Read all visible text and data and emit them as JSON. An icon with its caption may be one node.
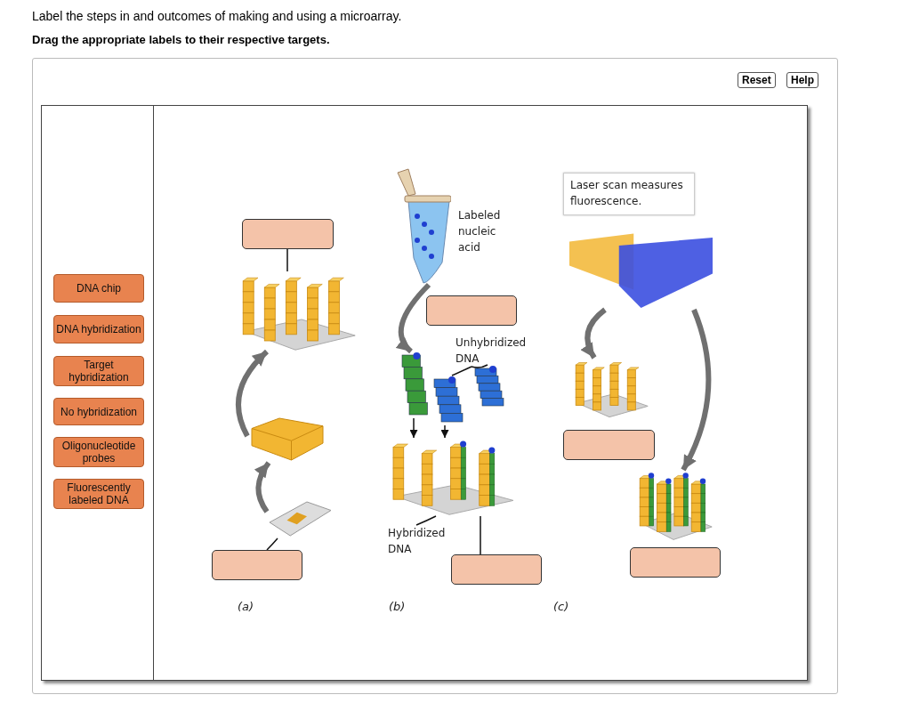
{
  "diagram": {
    "title": "Label the steps in and outcomes of making and using a microarray.",
    "nodes": [
      {
        "text": [
          "DNA chip"
        ]
      },
      {
        "text": [
          "DNA hybridization"
        ]
      },
      {
        "text": [
          "Target hybridization"
        ]
      },
      {
        "text": [
          "No hybridization"
        ]
      },
      {
        "text": [
          "Oligonucleotide probes"
        ]
      },
      {
        "text": [
          "Fluorescently labeled DNA"
        ]
      },
      {
        "text": [],
        "shape": "box"
      },
      {
        "text": [],
        "shape": "picture"
      },
      {
        "text": [],
        "shape": "picture"
      },
      {
        "text": [],
        "shape": "picture"
      },
      {
        "text": [],
        "shape": "box"
      },
      {
        "text": [],
        "shape": "picture",
        "beside": [
          "Labeled nucleic acid"
        ]
      },
      {
        "text": [],
        "shape": "box"
      },
      {
        "text": [
          "Unhybridized DNA"
        ]
      },
      {
        "text": [],
        "shape": "picture"
      },
      {
        "text": [],
        "shape": "picture"
      },
      {
        "text": [],
        "shape": "picture"
      },
      {
        "text": [],
        "shape": "picture"
      },
      {
        "text": [
          "Hybridized DNA"
        ]
      },
      {
        "text": [],
        "shape": "box"
      },
      {
        "text": [
          "Laser scan measures fluorescence."
        ]
      },
      {
        "text": [],
        "shape": "picture"
      },
      {
        "text": [],
        "shape": "picture"
      },
      {
        "text": [],
        "shape": "box"
      },
      {
        "text": [],
        "shape": "picture"
      },
      {
        "text": [],
        "shape": "box"
      }
    ],
    "edges": [
      {
        "from": 6,
        "to": 7,
        "arrow": "none"
      },
      {
        "from": 9,
        "to": 8,
        "arrow": "to",
        "style": "thick",
        "color": "#707070"
      },
      {
        "from": 8,
        "to": 7,
        "arrow": "to",
        "style": "thick",
        "color": "#707070"
      },
      {
        "from": 10,
        "to": 9,
        "arrow": "none"
      },
      {
        "from": 11,
        "to": 14,
        "arrow": "to",
        "style": "thick",
        "color": "#707070"
      },
      {
        "from": 13,
        "to": 15,
        "arrow": "none"
      },
      {
        "from": 13,
        "to": 16,
        "arrow": "none"
      },
      {
        "from": 14,
        "to": 17,
        "arrow": "to"
      },
      {
        "from": 15,
        "to": 17,
        "arrow": "to"
      },
      {
        "from": 18,
        "to": 17,
        "arrow": "none"
      },
      {
        "from": 19,
        "to": 17,
        "arrow": "none"
      },
      {
        "from": 21,
        "to": 22,
        "arrow": "to",
        "style": "thick",
        "color": "#707070"
      },
      {
        "from": 21,
        "to": 24,
        "arrow": "to",
        "style": "thick",
        "color": "#707070"
      }
    ],
    "labels": [
      "Drag the appropriate labels to their respective targets.",
      "Reset",
      "Help",
      "(a)",
      "(b)",
      "(c)"
    ]
  }
}
